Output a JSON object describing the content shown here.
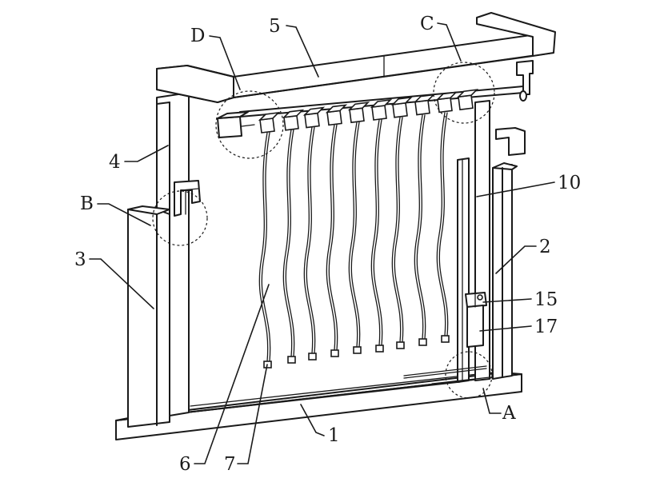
{
  "labels": {
    "l1": "1",
    "l2": "2",
    "l3": "3",
    "l4": "4",
    "l5": "5",
    "l6": "6",
    "l7": "7",
    "l10": "10",
    "l15": "15",
    "l17": "17",
    "lA": "A",
    "lB": "B",
    "lC": "C",
    "lD": "D"
  }
}
